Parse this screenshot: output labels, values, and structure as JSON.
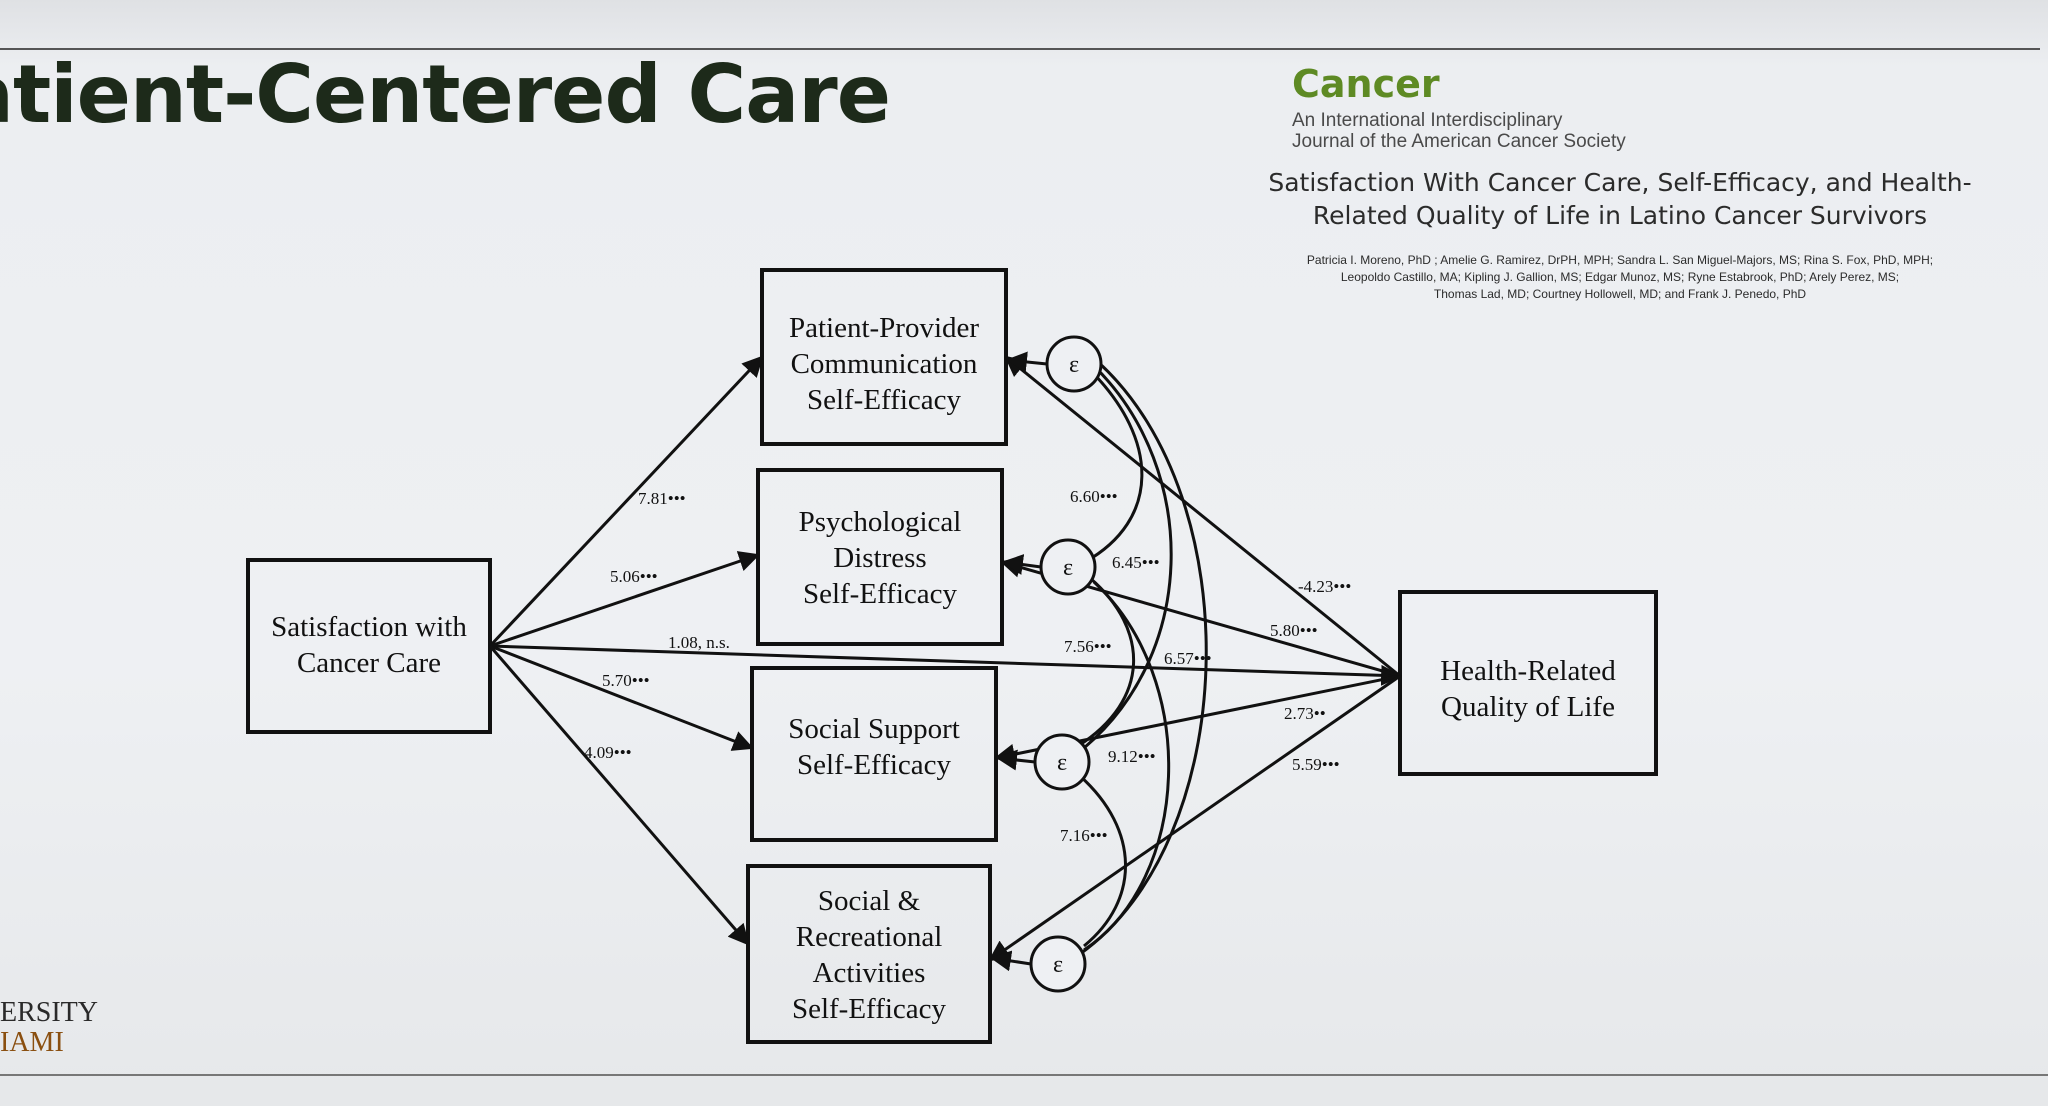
{
  "slide": {
    "title": "atient-Centered Care",
    "logo_line1": "ERSITY",
    "logo_line2": "IAMI"
  },
  "journal": {
    "name": "Cancer",
    "subtitle_line1": "An International Interdisciplinary",
    "subtitle_line2": "Journal of the American Cancer Society",
    "accent_color": "#5e8a24"
  },
  "paper": {
    "title_line1": "Satisfaction With Cancer Care, Self-Efficacy, and Health-",
    "title_line2": "Related Quality of Life in Latino Cancer Survivors",
    "authors_line1": "Patricia I. Moreno, PhD ; Amelie G. Ramirez, DrPH, MPH; Sandra L. San Miguel-Majors, MS; Rina S. Fox, PhD, MPH;",
    "authors_line2": "Leopoldo Castillo, MA; Kipling J. Gallion, MS; Edgar Munoz, MS; Ryne Estabrook, PhD; Arely Perez, MS;",
    "authors_line3": "Thomas Lad, MD; Courtney Hollowell, MD; and Frank J. Penedo, PhD"
  },
  "diagram": {
    "nodes": {
      "satisfaction": [
        "Satisfaction with",
        "Cancer Care"
      ],
      "ppc": [
        "Patient-Provider",
        "Communication",
        "Self-Efficacy"
      ],
      "psych": [
        "Psychological",
        "Distress",
        "Self-Efficacy"
      ],
      "social_support": [
        "Social Support",
        "Self-Efficacy"
      ],
      "social_rec": [
        "Social &",
        "Recreational",
        "Activities",
        "Self-Efficacy"
      ],
      "hrqol": [
        "Health-Related",
        "Quality of Life"
      ]
    },
    "error_symbol": "ε",
    "paths_from_satisfaction": {
      "to_ppc": "7.81•••",
      "to_psych": "5.06•••",
      "to_hrqol": "1.08, n.s.",
      "to_social_support": "5.70•••",
      "to_social_rec": "4.09•••"
    },
    "paths_to_hrqol": {
      "from_ppc": "-4.23•••",
      "from_psych": "5.80•••",
      "from_social_support": "2.73••",
      "from_social_rec": "5.59•••"
    },
    "error_covariances": {
      "ppc_psych": "6.60•••",
      "ppc_support": "6.45•••",
      "ppc_rec": "6.57•••",
      "psych_support": "7.56•••",
      "psych_rec": "9.12•••",
      "support_rec": "7.16•••"
    }
  }
}
